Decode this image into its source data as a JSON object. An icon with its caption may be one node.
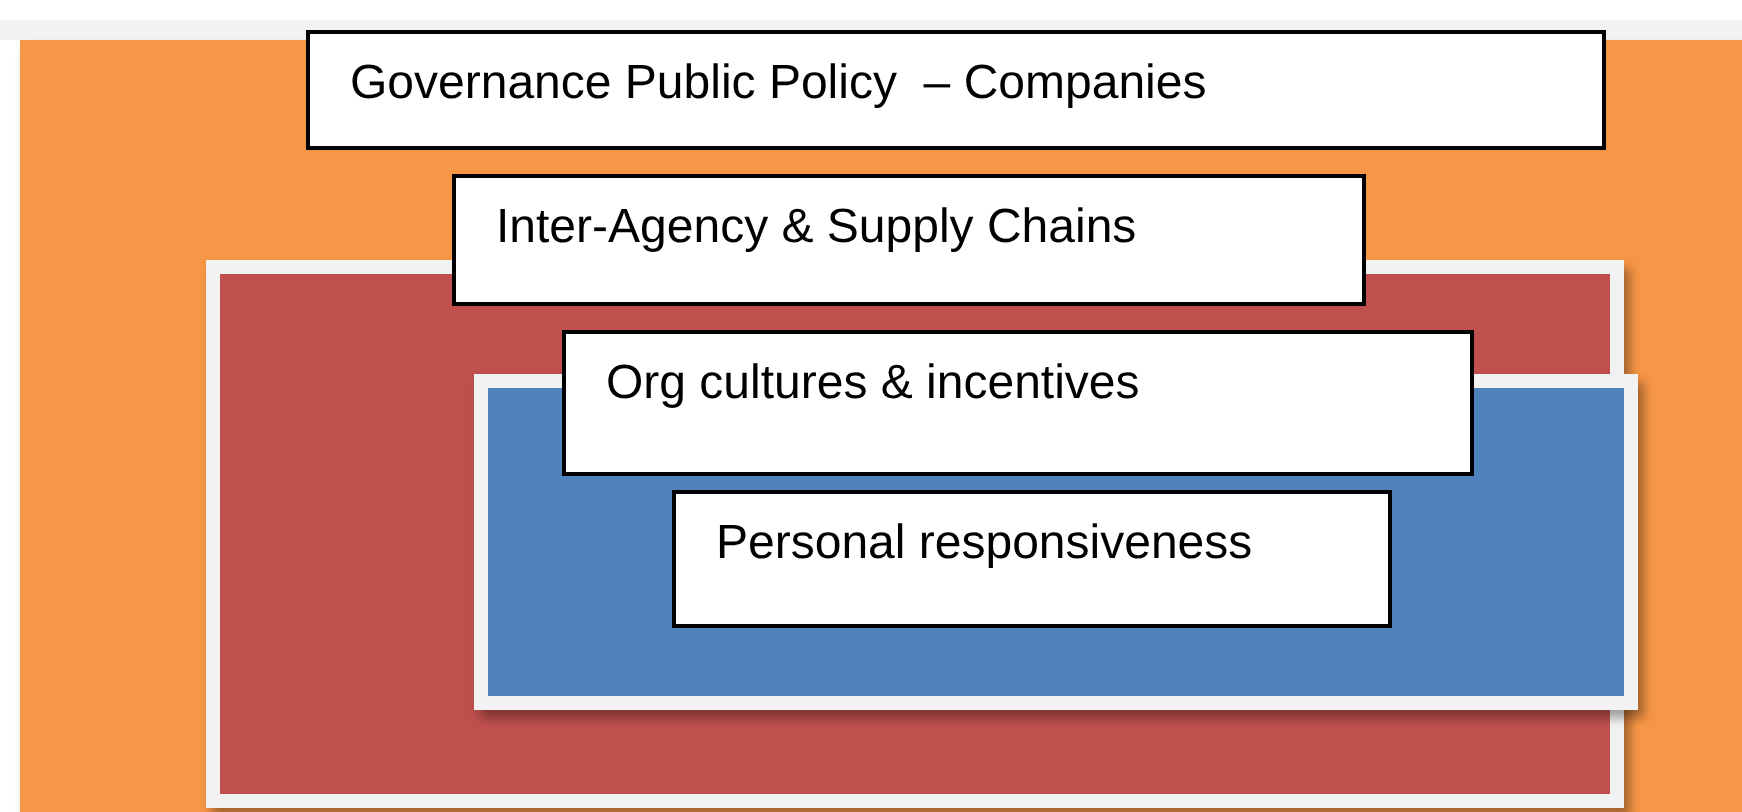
{
  "diagram": {
    "nodes": [
      {
        "text": [
          "Governance Public Policy  – Companies"
        ]
      },
      {
        "text": [
          "Inter-Agency & Supply Chains"
        ],
        "in": 0
      },
      {
        "text": [
          "Org cultures & incentives"
        ],
        "in": 1
      },
      {
        "text": [
          "Personal responsiveness"
        ],
        "in": 2
      }
    ]
  }
}
